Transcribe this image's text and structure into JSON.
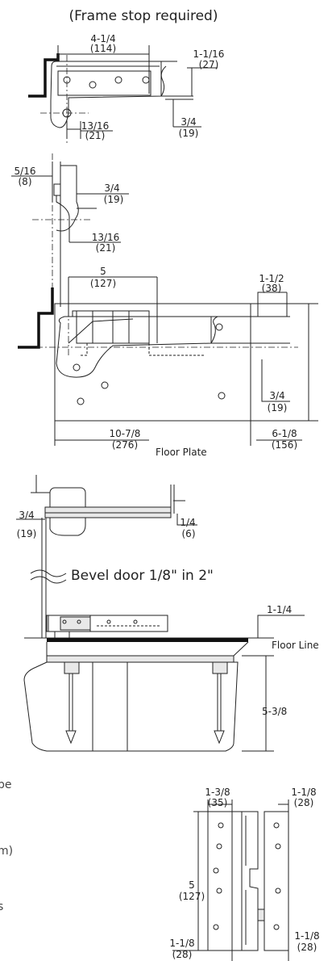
{
  "caption": "(Frame stop required)",
  "top_view": {
    "width_in": "4-1/4",
    "width_mm": "(114)",
    "offset_in": "1-1/16",
    "offset_mm": "(27)",
    "pivot_in": "13/16",
    "pivot_mm": "(21)",
    "depth_in": "3/4",
    "depth_mm": "(19)"
  },
  "mid_detail": {
    "a_in": "5/16",
    "a_mm": "(8)",
    "b_in": "3/4",
    "b_mm": "(19)",
    "c_in": "13/16",
    "c_mm": "(21)"
  },
  "floor_plate": {
    "arm_in": "5",
    "arm_mm": "(127)",
    "side_in": "1-1/2",
    "side_mm": "(38)",
    "bottom_in": "3/4",
    "bottom_mm": "(19)",
    "length_in": "10-7/8",
    "length_mm": "(276)",
    "plate_label": "Floor Plate",
    "width_in": "6-1/8",
    "width_mm": "(156)"
  },
  "section": {
    "top_in": "3/4",
    "top_mm": "(19)",
    "gap_in": "1/4",
    "gap_mm": "(6)",
    "bevel_note": "Bevel door  1/8\" in 2\"",
    "projection": "1-1/4",
    "floor_line": "Floor Line",
    "box_depth": "5-3/8"
  },
  "side_fragments": [
    "pe",
    "m)",
    "s"
  ],
  "hinge": {
    "left_top_in": "1-3/8",
    "left_top_mm": "(35)",
    "right_top_in": "1-1/8",
    "right_top_mm": "(28)",
    "height_in": "5",
    "height_mm": "(127)",
    "left_bot_in": "1-1/8",
    "left_bot_mm": "(28)",
    "right_bot_in": "1-1/8",
    "right_bot_mm": "(28)"
  }
}
